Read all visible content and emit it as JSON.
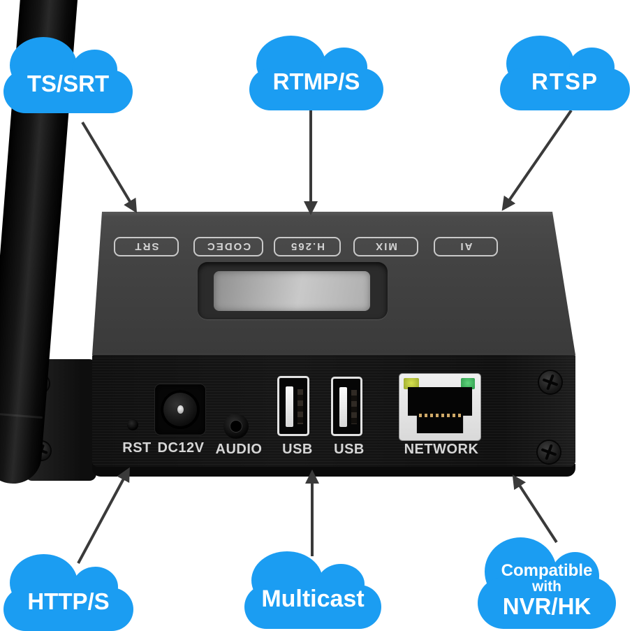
{
  "page": {
    "background": "#ffffff"
  },
  "colors": {
    "cloud_blue": "#1b9df2",
    "arrow": "#3a3a3a"
  },
  "icons": {
    "cloud": "css-cloud-shape",
    "arrow": "svg-line-with-triangle-head",
    "screw": "css-circle-with-phillips-cross"
  },
  "clouds": {
    "ts_srt": {
      "label": "TS/SRT"
    },
    "rtmp_s": {
      "label": "RTMP/S"
    },
    "rtsp": {
      "label": "RTSP"
    },
    "http_s": {
      "label": "HTTP/S"
    },
    "multicast": {
      "label": "Multicast"
    },
    "nvr_hk": {
      "line1": "Compatible",
      "line2": "with",
      "line3": "NVR/HK"
    }
  },
  "device": {
    "top_badges": [
      {
        "label": "SRT"
      },
      {
        "label": "CODEC"
      },
      {
        "label": "H.265"
      },
      {
        "label": "MIX"
      },
      {
        "label": "AI"
      }
    ],
    "ports": {
      "rst_label": "RST",
      "dc_label": "DC12V",
      "audio_label": "AUDIO",
      "usb1_label": "USB",
      "usb2_label": "USB",
      "network_label": "NETWORK"
    }
  }
}
